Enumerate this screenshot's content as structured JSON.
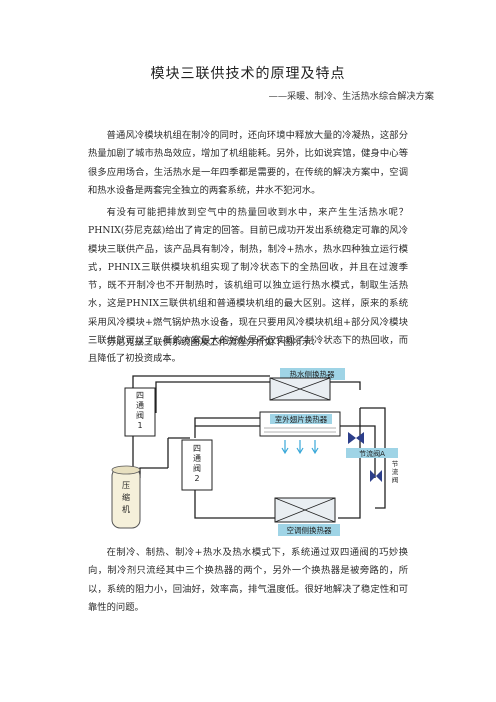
{
  "title": "模块三联供技术的原理及特点",
  "subtitle": "——采暖、制冷、生活热水综合解决方案",
  "paragraphs": {
    "p1": "普通风冷模块机组在制冷的同时，还向环境中释放大量的冷凝热，这部分热量加剧了城市热岛效应，增加了机组能耗。另外，比如说宾馆，健身中心等很多应用场合，生活热水是一年四季都是需要的，在传统的解决方案中，空调和热水设备是两套完全独立的两套系统，井水不犯河水。",
    "p2": "有没有可能把排放到空气中的热量回收到水中，来产生生活热水呢？PHNIX(芬尼克兹)给出了肯定的回答。目前已成功开发出系统稳定可靠的风冷模块三联供产品，该产品具有制冷，制热，制冷+热水，热水四种独立运行模式，PHNIX三联供模块机组实现了制冷状态下的全热回收，并且在过渡季节，既不开制冷也不开制热时，该机组可以独立运行热水模式，制取生活热水，这是PHNIX三联供机组和普通模块机组的最大区别。这样，原来的系统采用风冷模块+燃气锅炉热水设备，现在只要用风冷模块机组+部分风冷模块三联供就可以了，新的方案最大的好处是不仅实现了制冷状态下的热回收，而且降低了初投资成本。",
    "p3": "芬尼克兹三联供系统图及工作流程分析如下图所示：",
    "p4": "在制冷、制热、制冷+热水及热水模式下，系统通过双四通阀的巧妙换向，制冷剂只流经其中三个换热器的两个，另外一个换热器是被旁路的，所以，系统的阻力小，回油好，效率高，排气温度低。很好地解决了稳定性和可靠性的问题。"
  },
  "diagram": {
    "valve1": [
      "四",
      "通",
      "阀",
      "1"
    ],
    "valve2": [
      "四",
      "通",
      "阀",
      "2"
    ],
    "compressor": [
      "压",
      "缩",
      "机"
    ],
    "hot_water_hx": "热水侧换热器",
    "outdoor_fin_hx": "室外翅片换热器",
    "ac_side_hx": "空调侧换热器",
    "throttle_valve": "节流阀A",
    "check_valve": [
      "节",
      "流",
      "阀"
    ],
    "colors": {
      "label_bg": "#9fd4e6",
      "pipe": "#222222",
      "arrow": "#3aa8d8",
      "valve": "#2c3e8a"
    }
  }
}
